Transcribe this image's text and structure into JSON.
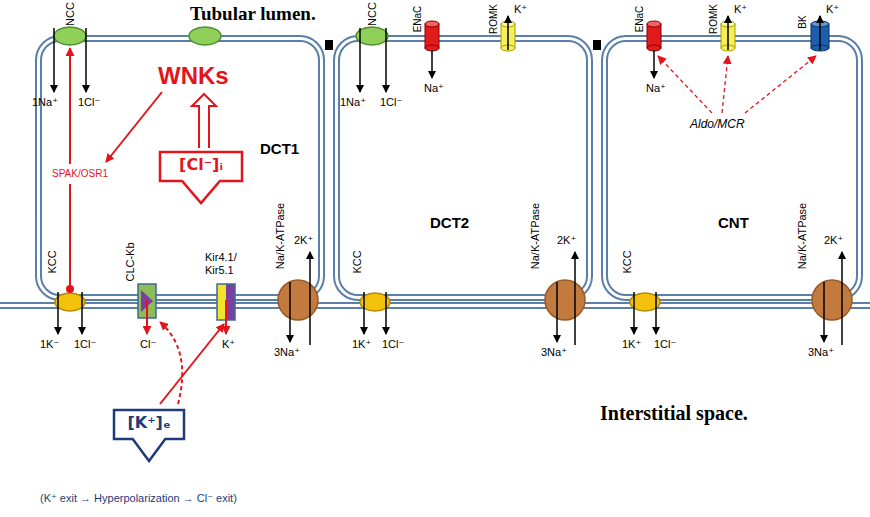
{
  "diagram": {
    "nodes": [
      {
        "text": [
          "DCT1"
        ]
      },
      {
        "text": [
          "DCT2"
        ]
      },
      {
        "text": [
          "CNT"
        ]
      },
      {
        "text": [
          "[Cl⁻]ᵢ"
        ],
        "in": 0
      },
      {
        "text": [
          "[K⁺]ₑ"
        ]
      }
    ],
    "labels": [
      "Tubular lumen.",
      "NCC",
      "1Na⁺",
      "1Cl⁻",
      "WNKs",
      "SPAK/OSR1",
      "KCC",
      "1K⁻",
      "1Cl⁻",
      "CLC-Kb",
      "Kir4.1/ Kir5.1",
      "Cl⁻",
      "K⁺",
      "Na/K-ATPase",
      "2K⁺",
      "3Na⁺",
      "NCC",
      "1Na⁺",
      "1Cl⁻",
      "ENaC",
      "Na⁺",
      "ROMK",
      "K⁺",
      "KCC",
      "1K⁺",
      "1Cl⁻",
      "Na/K-ATPase",
      "2K⁺",
      "3Na⁺",
      "ENaC",
      "Na⁺",
      "ROMK",
      "K⁺",
      "BK",
      "K⁺",
      "Aldo/MCR",
      "KCC",
      "1K⁺",
      "1Cl⁻",
      "Na/K-ATPase",
      "2K⁺",
      "3Na⁺",
      "Interstitial space.",
      "(K⁺ exit → Hyperpolarization → Cl⁻ exit)"
    ]
  }
}
